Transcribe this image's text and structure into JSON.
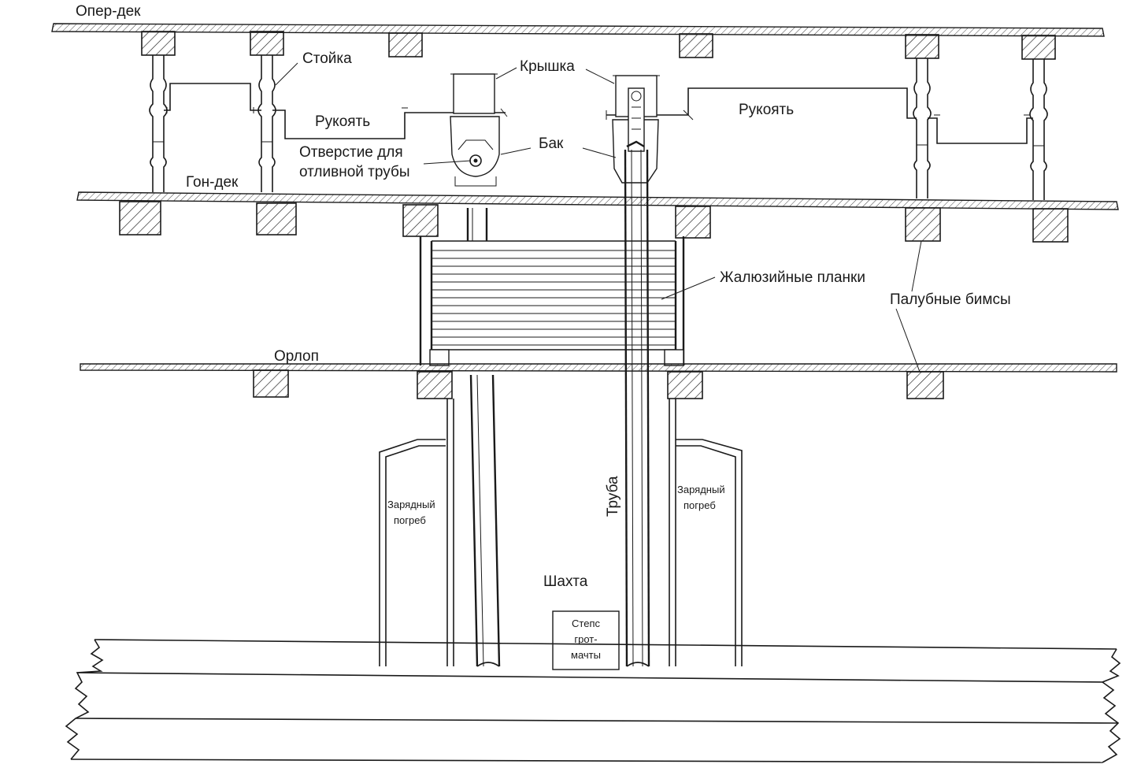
{
  "labels": {
    "oper_dek": "Опер-дек",
    "stoika": "Стойка",
    "kryshka": "Крышка",
    "rukoyat_left": "Рукоять",
    "rukoyat_right": "Рукоять",
    "otverstie_1": "Отверстие для",
    "otverstie_2": "отливной трубы",
    "bak": "Бак",
    "gon_dek": "Гон-дек",
    "zhalyuziynye": "Жалюзийные планки",
    "palubnye": "Палубные бимсы",
    "orlop": "Орлоп",
    "truba": "Труба",
    "zaryadny_left_1": "Зарядный",
    "zaryadny_left_2": "погреб",
    "zaryadny_right_1": "Зарядный",
    "zaryadny_right_2": "погреб",
    "shakhta": "Шахта",
    "steps_1": "Степс",
    "steps_2": "грот-",
    "steps_3": "мачты"
  }
}
